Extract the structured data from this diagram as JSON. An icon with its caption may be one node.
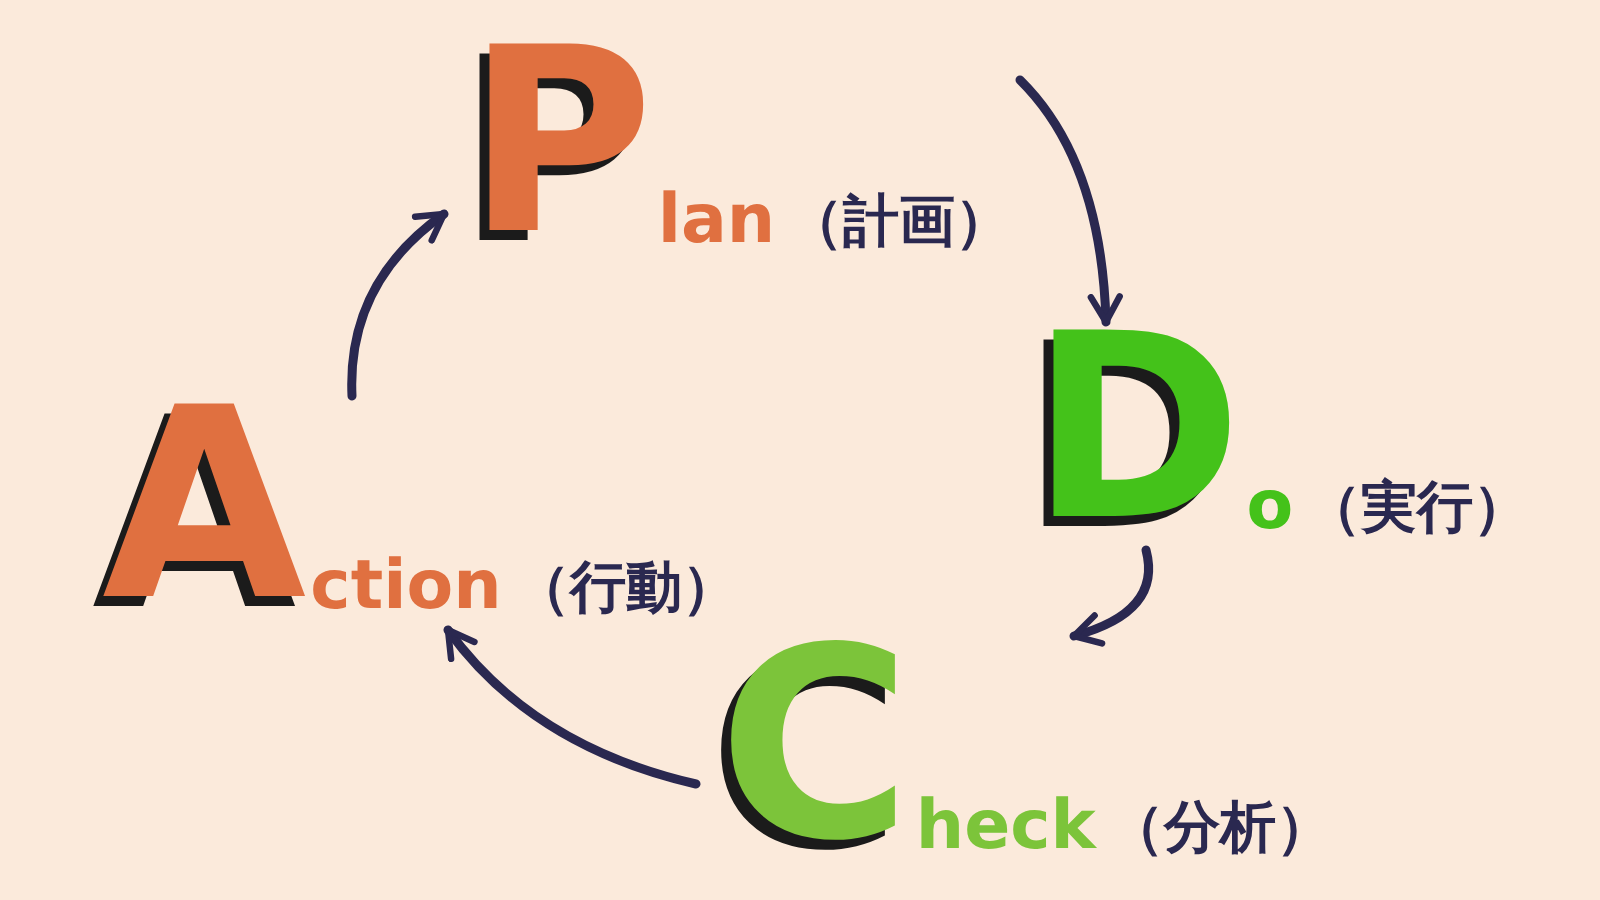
{
  "diagram": {
    "nodes": [
      {
        "text": [
          "P",
          "lan",
          "（計画）"
        ]
      },
      {
        "text": [
          "D",
          "o",
          "（実行）"
        ]
      },
      {
        "text": [
          "C",
          "heck",
          "（分析）"
        ]
      },
      {
        "text": [
          "A",
          "ction",
          "（行動）"
        ]
      }
    ],
    "edges": [
      {
        "from": 0,
        "to": 1,
        "arrow": "to"
      },
      {
        "from": 1,
        "to": 2,
        "arrow": "to"
      },
      {
        "from": 2,
        "to": 3,
        "arrow": "to"
      },
      {
        "from": 3,
        "to": 0,
        "arrow": "to"
      }
    ]
  }
}
